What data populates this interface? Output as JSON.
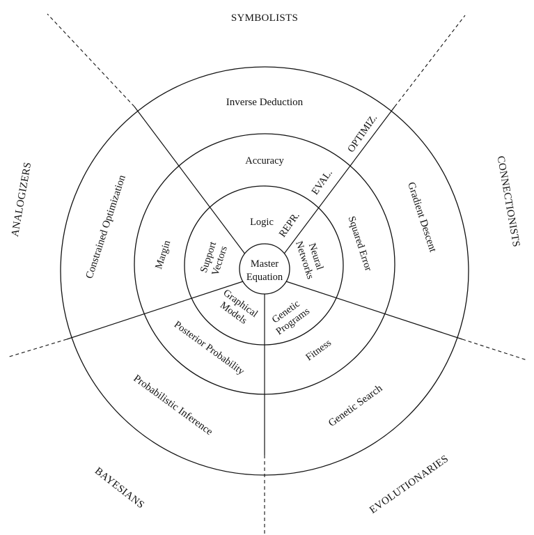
{
  "center": {
    "line1": "Master",
    "line2": "Equation"
  },
  "tribes": {
    "symbolists": "SYMBOLISTS",
    "connectionists": "CONNECTIONISTS",
    "evolutionaries": "EVOLUTIONARIES",
    "bayesians": "BAYESIANS",
    "analogizers": "ANALOGIZERS"
  },
  "axis_labels": {
    "representation": "REPR.",
    "evaluation": "EVAL.",
    "optimization": "OPTIMIZ."
  },
  "representation": {
    "symbolists": "Logic",
    "connectionists": {
      "line1": "Neural",
      "line2": "Networks"
    },
    "evolutionaries": {
      "line1": "Genetic",
      "line2": "Programs"
    },
    "bayesians": {
      "line1": "Graphical",
      "line2": "Models"
    },
    "analogizers": {
      "line1": "Support",
      "line2": "Vectors"
    }
  },
  "evaluation": {
    "symbolists": "Accuracy",
    "connectionists": "Squared Error",
    "evolutionaries": "Fitness",
    "bayesians": "Posterior Probability",
    "analogizers": "Margin"
  },
  "optimization": {
    "symbolists": "Inverse Deduction",
    "connectionists": "Gradient Descent",
    "evolutionaries": "Genetic Search",
    "bayesians": "Probabilistic Inference",
    "analogizers": "Constrained Optimization"
  }
}
